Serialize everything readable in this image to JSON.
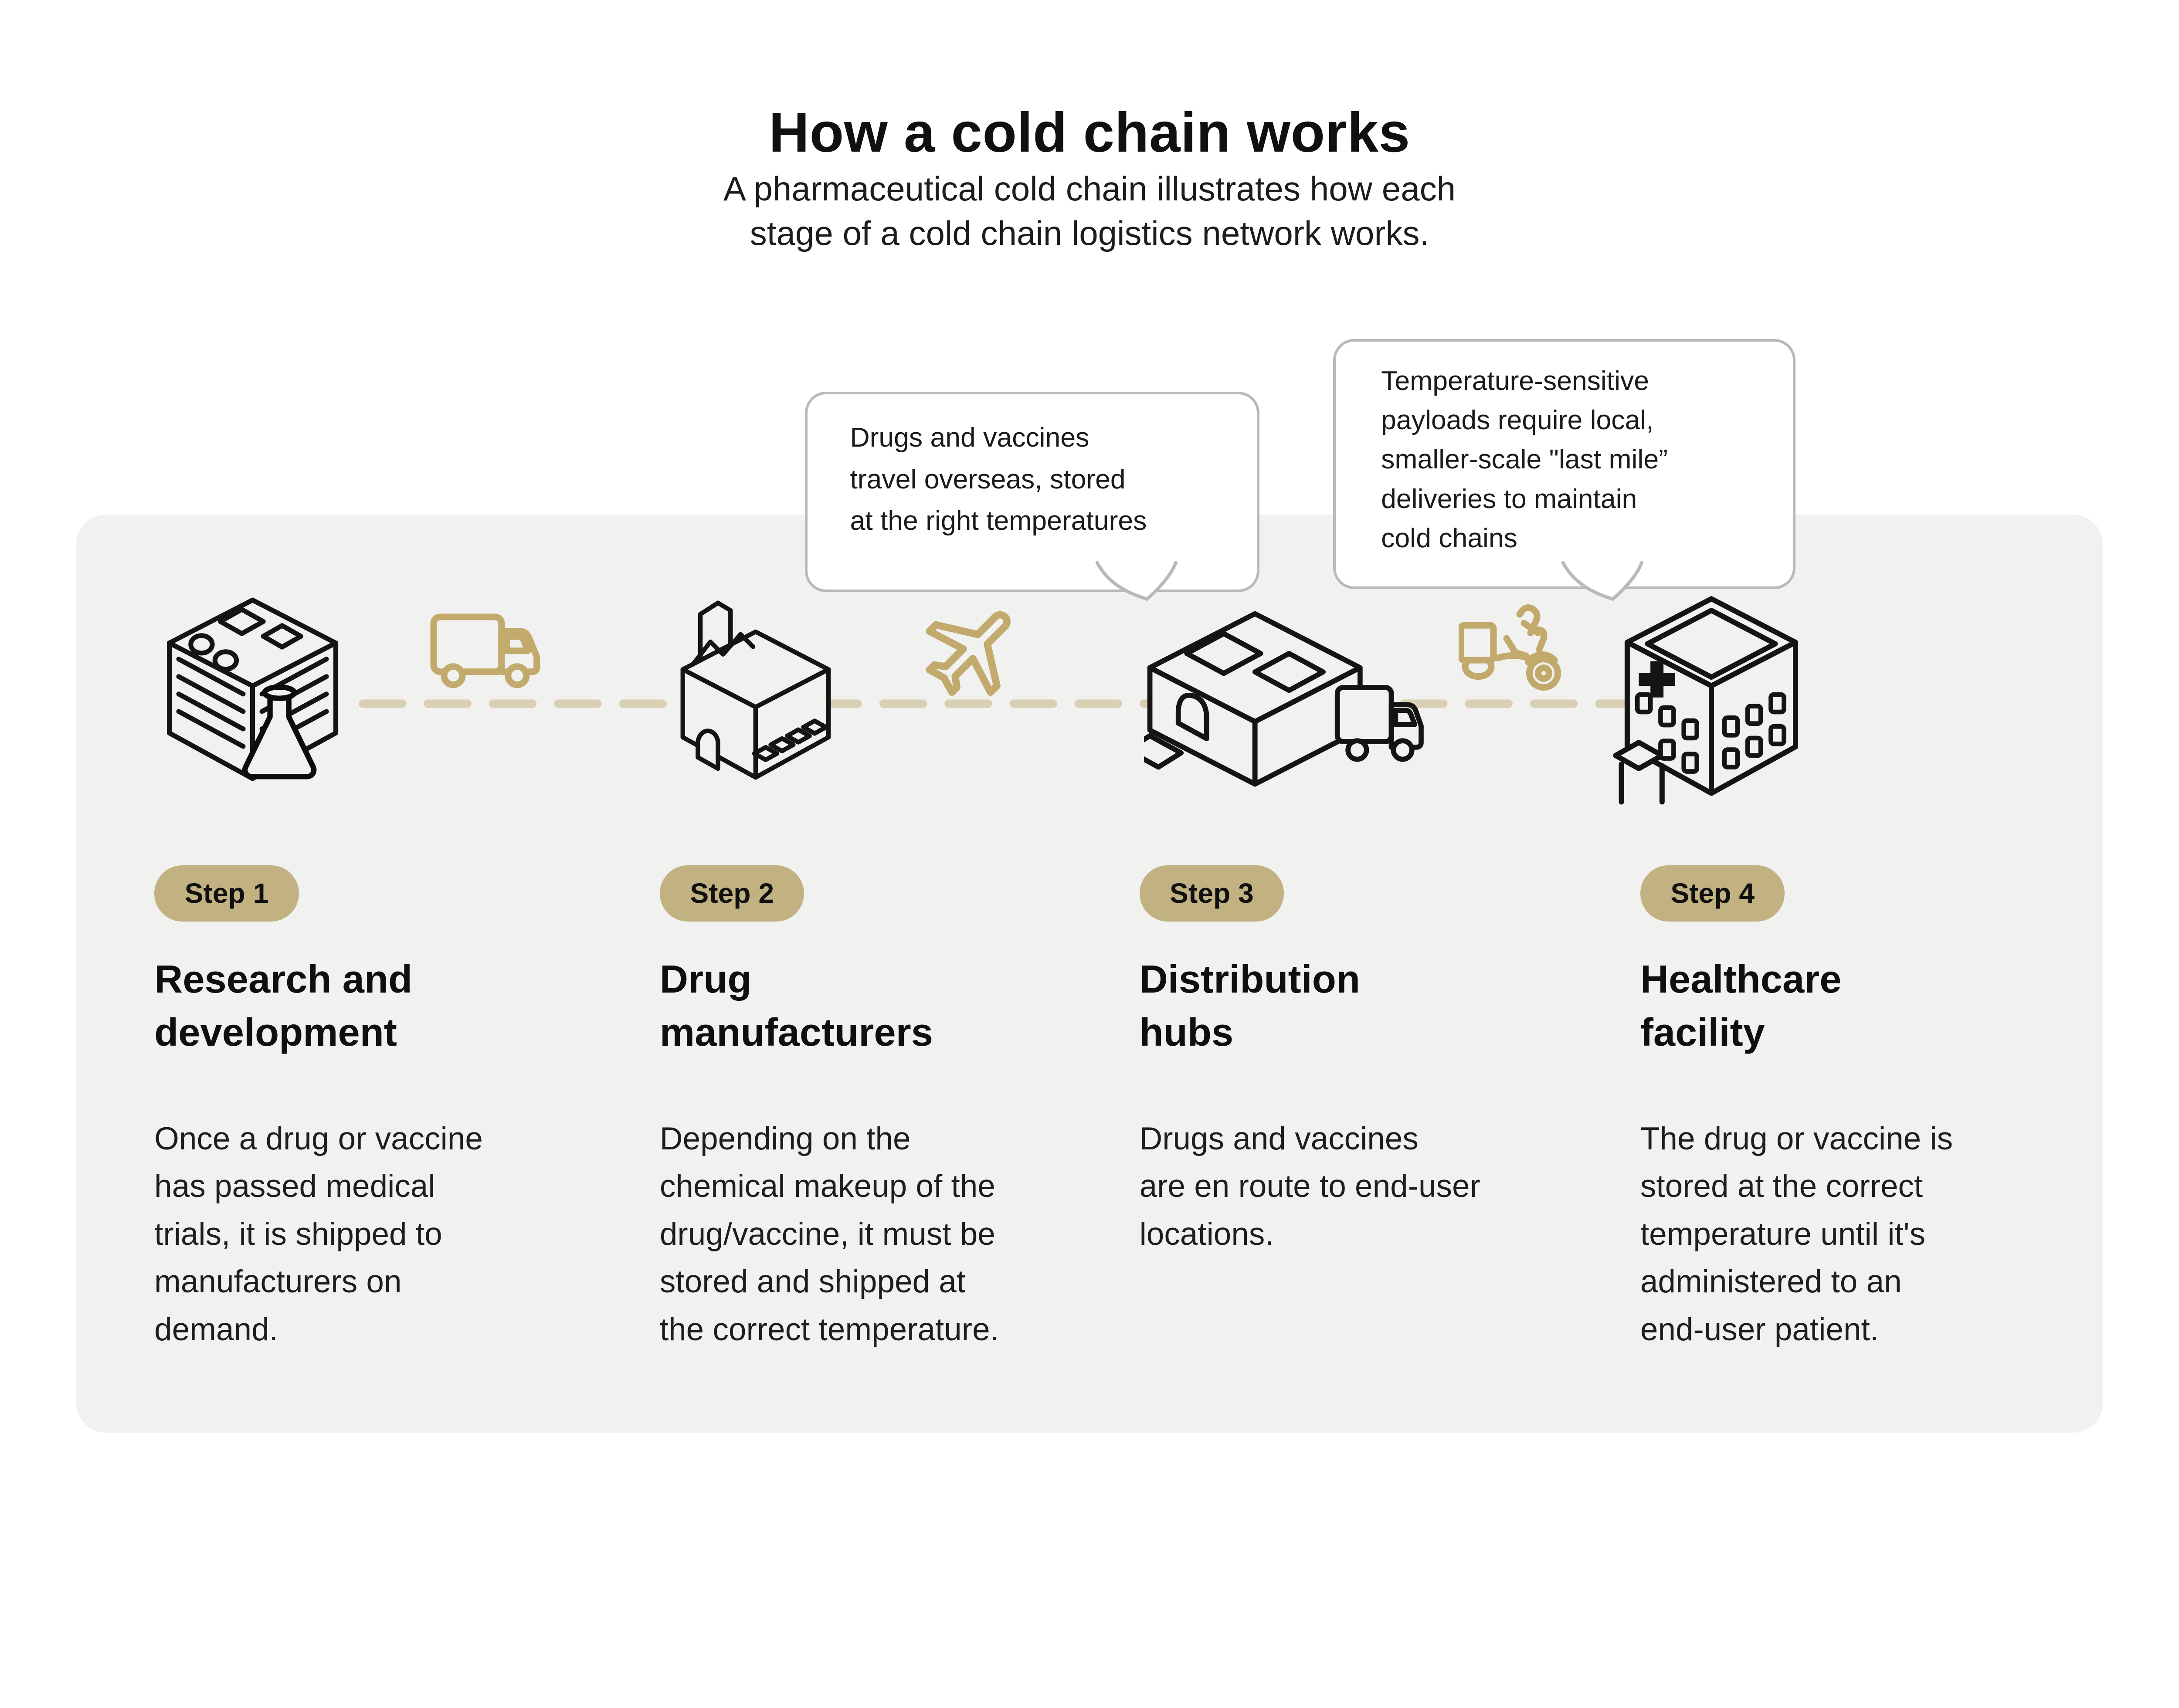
{
  "title": "How a cold chain works",
  "subtitle": "A pharmaceutical cold chain illustrates how each\nstage of a cold chain logistics network works.",
  "bubbles": [
    {
      "text": "Drugs and vaccines\ntravel overseas, stored\nat the right temperatures"
    },
    {
      "text": "Temperature-sensitive\npayloads require local,\nsmaller-scale \"last mile”\ndeliveries to maintain\ncold chains"
    }
  ],
  "steps": [
    {
      "badge": "Step 1",
      "heading": "Research and\ndevelopment",
      "body": "Once a drug or vaccine\nhas passed medical\ntrials, it is shipped to\nmanufacturers on\ndemand.",
      "icon": "research-building-icon"
    },
    {
      "badge": "Step 2",
      "heading": "Drug\nmanufacturers",
      "body": "Depending on the\nchemical makeup of the\ndrug/vaccine, it must be\nstored and shipped at\nthe correct temperature.",
      "icon": "factory-icon"
    },
    {
      "badge": "Step 3",
      "heading": "Distribution\nhubs",
      "body": "Drugs and vaccines\nare en route to end-user\nlocations.",
      "icon": "distribution-hub-icon"
    },
    {
      "badge": "Step 4",
      "heading": "Healthcare\nfacility",
      "body": "The drug or vaccine is\nstored at the correct\ntemperature until it's\nadministered to an\nend-user patient.",
      "icon": "hospital-icon"
    }
  ],
  "transport_icons": [
    "delivery-truck-icon",
    "airplane-icon",
    "delivery-moped-icon"
  ],
  "colors": {
    "page_bg": "#ffffff",
    "card_bg": "#f1f1f0",
    "badge_gold": "#c2b181",
    "dash_gold": "#d9d0b4",
    "vehicle_gold": "#c2a96c",
    "icon_black": "#141414",
    "bubble_border": "#b9b9b9",
    "text": "#161616"
  }
}
